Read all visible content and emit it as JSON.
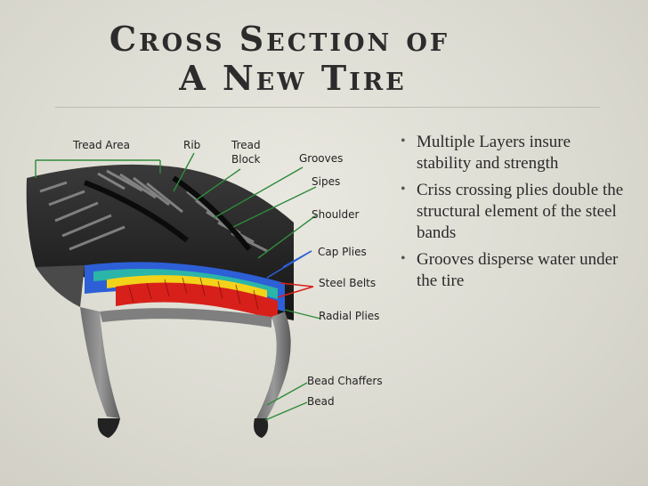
{
  "title": {
    "line1": "Cross Section of",
    "line2": "A New Tire"
  },
  "labels": {
    "tread_area": "Tread Area",
    "rib": "Rib",
    "tread_block_1": "Tread",
    "tread_block_2": "Block",
    "grooves": "Grooves",
    "sipes": "Sipes",
    "shoulder": "Shoulder",
    "cap_plies": "Cap Plies",
    "steel_belts": "Steel Belts",
    "radial_plies": "Radial Plies",
    "bead_chaffers": "Bead Chaffers",
    "bead": "Bead"
  },
  "bullets": [
    "Multiple Layers insure stability and strength",
    "Criss crossing plies double the structural element of the steel bands",
    "Grooves disperse water under the tire"
  ],
  "colors": {
    "background": "#dcdbd2",
    "leader_green": "#2f8a3a",
    "cap_ply_blue": "#2d5fd6",
    "teal_layer": "#2bb5a8",
    "steel_belt_yellow": "#f3d21a",
    "radial_ply_red": "#d8201a",
    "tire_dark": "#2a2a2a"
  }
}
